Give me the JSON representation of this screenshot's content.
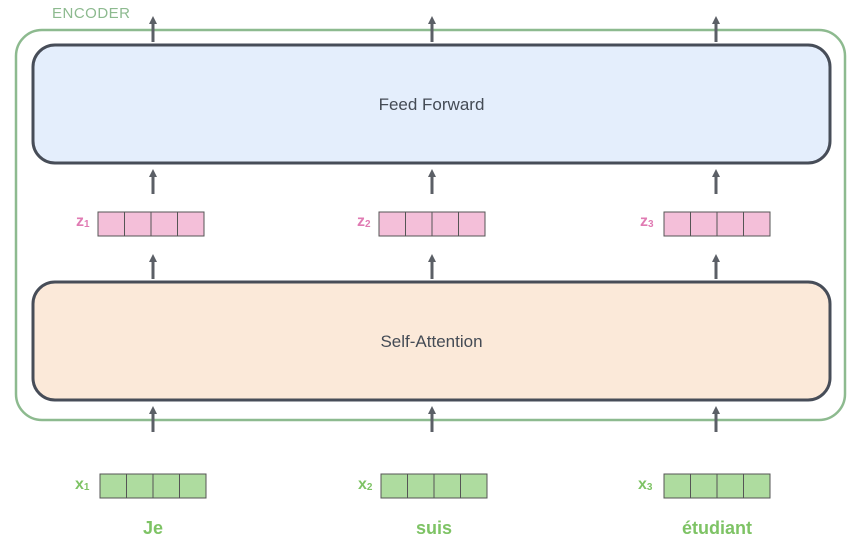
{
  "encoder": {
    "label": "ENCODER",
    "color": "#8dba8f"
  },
  "feed_forward": {
    "label": "Feed Forward",
    "fill": "#e4eefc",
    "stroke": "#474d58"
  },
  "self_attention": {
    "label": "Self-Attention",
    "fill": "#fbe9d9",
    "stroke": "#474d58"
  },
  "colors": {
    "arrow": "#5b5f66",
    "z_fill": "#f4bfd9",
    "z_text": "#e07bb3",
    "x_fill": "#aedc9f",
    "x_text": "#7ec365",
    "cell_stroke": "#555555"
  },
  "columns": [
    {
      "z_letter": "z",
      "z_sub": "1",
      "x_letter": "x",
      "x_sub": "1",
      "word": "Je"
    },
    {
      "z_letter": "z",
      "z_sub": "2",
      "x_letter": "x",
      "x_sub": "2",
      "word": "suis"
    },
    {
      "z_letter": "z",
      "z_sub": "3",
      "x_letter": "x",
      "x_sub": "3",
      "word": "étudiant"
    }
  ],
  "vector_cells": 4
}
